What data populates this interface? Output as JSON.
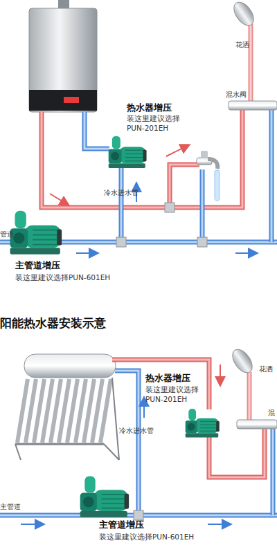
{
  "diagram": {
    "title": "阳能热水器安装示意",
    "labels": [
      "花洒",
      "混水阀",
      "热水器增压",
      "装这里建议选择 PUN-201EH",
      "冷水进水管",
      "管道",
      "主管道增压",
      "装这里建议选择PUN-601EH",
      "花洒",
      "混",
      "热水器增压",
      "装这里建议选择 PUN-201EH",
      "冷水进水管",
      "主管道",
      "主管道增压",
      "装这里建议选择PUN-601EH"
    ]
  }
}
